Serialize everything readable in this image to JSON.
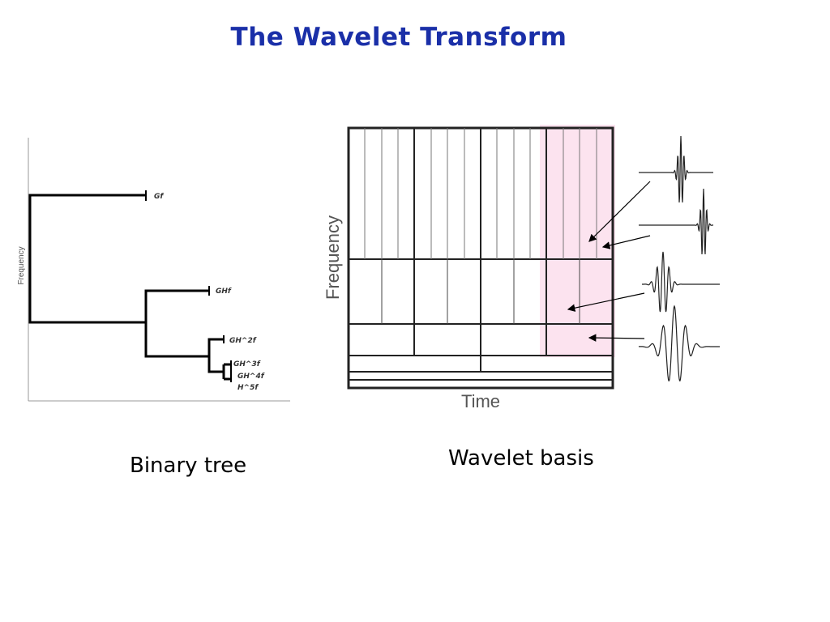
{
  "title": "The Wavelet Transform",
  "tree": {
    "ylabel": "Frequency",
    "leaves": [
      "Gf",
      "GHf",
      "GH^2f",
      "GH^3f",
      "GH^4f",
      "H^5f"
    ],
    "caption": "Binary tree"
  },
  "basis": {
    "ylabel": "Frequency",
    "xlabel": "Time",
    "caption": "Wavelet basis",
    "highlight_color": "#fce3ef"
  }
}
